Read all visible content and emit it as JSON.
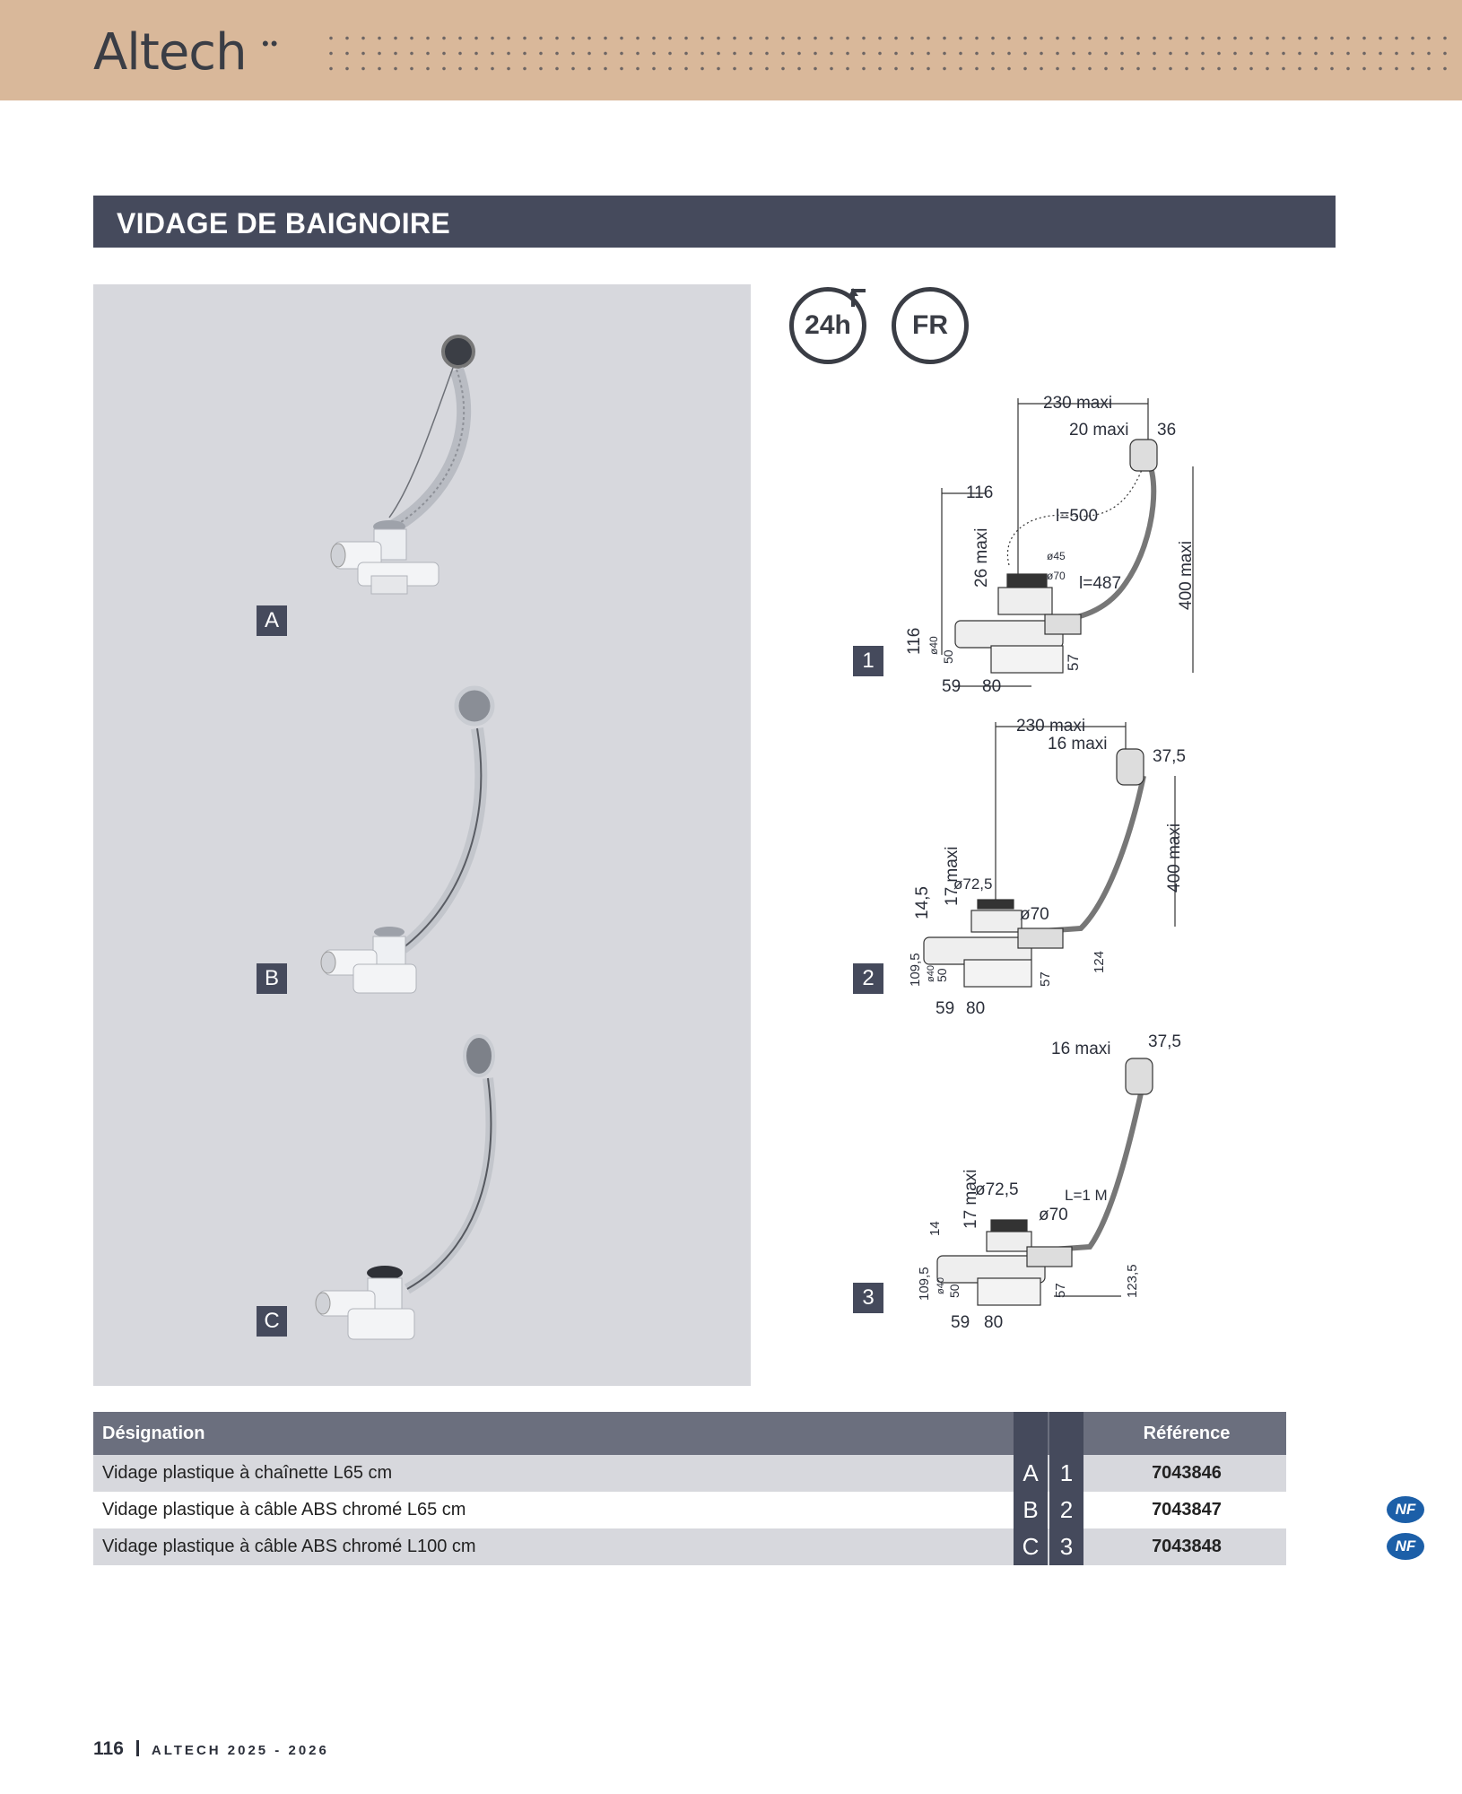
{
  "header": {
    "logo": "Altech",
    "logo_dots": "••"
  },
  "section": {
    "title": "VIDAGE DE BAIGNOIRE"
  },
  "badges": {
    "delivery": "24h",
    "origin": "FR"
  },
  "products": [
    {
      "label": "A"
    },
    {
      "label": "B"
    },
    {
      "label": "C"
    }
  ],
  "diagrams": [
    {
      "label": "1",
      "dims": {
        "top": "230 maxi",
        "drain": "20 maxi",
        "flange": "36",
        "left": "116",
        "cable": "l=500",
        "cable2": "l=487",
        "d45": "ø45",
        "d70": "ø70",
        "height": "400 maxi",
        "maxi26": "26 maxi",
        "h116": "116",
        "d40": "ø40",
        "d50": "50",
        "h57": "57",
        "w59": "59",
        "w80": "80"
      }
    },
    {
      "label": "2",
      "dims": {
        "top": "230 maxi",
        "drain": "16 maxi",
        "flange": "37,5",
        "height": "400 maxi",
        "maxi17": "17 maxi",
        "h145": "14,5",
        "d725": "ø72,5",
        "d70": "ø70",
        "h1095": "109,5",
        "d40": "ø40",
        "d50": "50",
        "h57": "57",
        "h124": "124",
        "w59": "59",
        "w80": "80"
      }
    },
    {
      "label": "3",
      "dims": {
        "drain": "16 maxi",
        "flange": "37,5",
        "maxi17": "17 maxi",
        "d725": "ø72,5",
        "d70": "ø70",
        "length": "L=1 M",
        "h14": "14",
        "h1095": "109,5",
        "d40": "ø40",
        "d50": "50",
        "h57": "57",
        "h1235": "123,5",
        "w59": "59",
        "w80": "80"
      }
    }
  ],
  "table": {
    "headers": {
      "designation": "Désignation",
      "reference": "Référence"
    },
    "rows": [
      {
        "designation": "Vidage plastique à chaînette L65 cm",
        "letter": "A",
        "number": "1",
        "reference": "7043846",
        "nf": ""
      },
      {
        "designation": "Vidage plastique à câble ABS chromé L65 cm",
        "letter": "B",
        "number": "2",
        "reference": "7043847",
        "nf": "NF"
      },
      {
        "designation": "Vidage plastique à câble ABS chromé L100 cm",
        "letter": "C",
        "number": "3",
        "reference": "7043848",
        "nf": "NF"
      }
    ]
  },
  "footer": {
    "page": "116",
    "brand": "ALTECH 2025 - 2026"
  }
}
